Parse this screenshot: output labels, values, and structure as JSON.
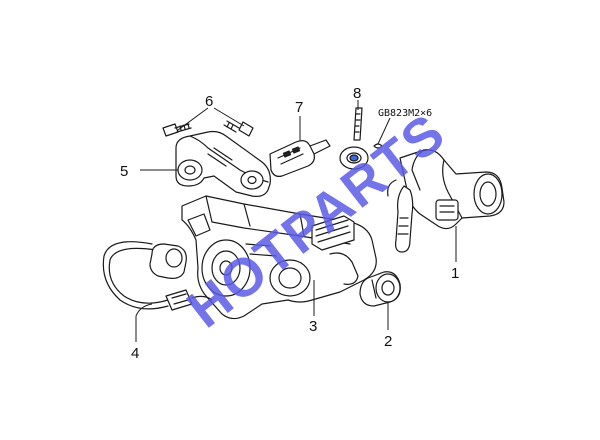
{
  "callouts": {
    "c1": "1",
    "c2": "2",
    "c3": "3",
    "c4": "4",
    "c5": "5",
    "c6": "6",
    "c7": "7",
    "c8": "8"
  },
  "spec_label": "GB823M2×6",
  "watermark": {
    "text": "HOTPARTS",
    "color": "#5a5ae6"
  },
  "colors": {
    "line": "#1a1a1a",
    "key_logo": "#3b6bd6"
  }
}
